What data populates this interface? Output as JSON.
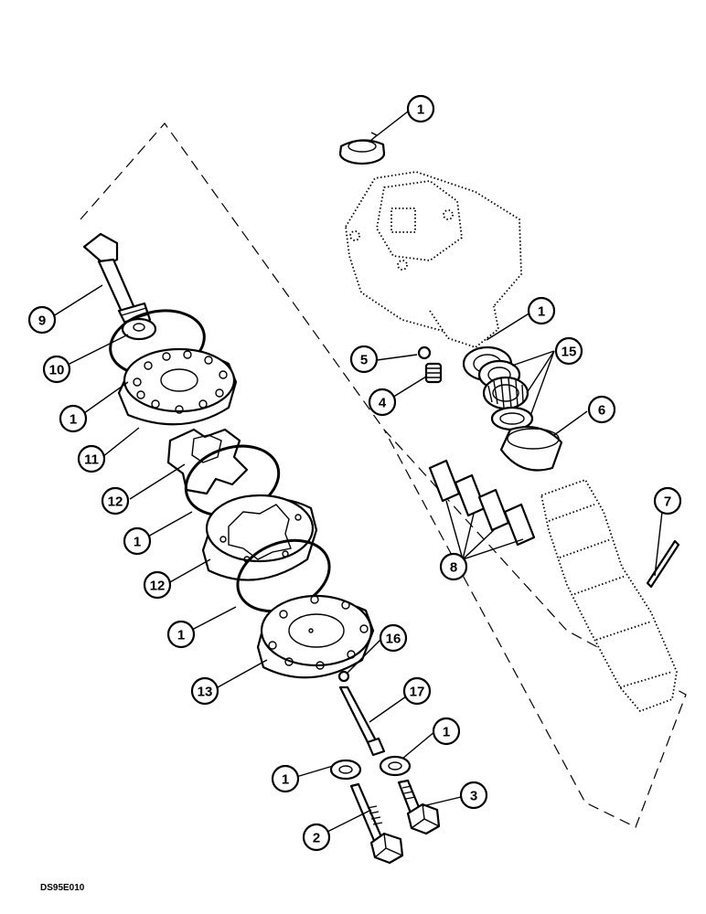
{
  "drawing_code": "DS95E010",
  "callouts": [
    {
      "label": "1"
    },
    {
      "label": "1"
    },
    {
      "label": "5"
    },
    {
      "label": "15"
    },
    {
      "label": "4"
    },
    {
      "label": "6"
    },
    {
      "label": "9"
    },
    {
      "label": "10"
    },
    {
      "label": "1"
    },
    {
      "label": "11"
    },
    {
      "label": "12"
    },
    {
      "label": "1"
    },
    {
      "label": "12"
    },
    {
      "label": "1"
    },
    {
      "label": "13"
    },
    {
      "label": "16"
    },
    {
      "label": "17"
    },
    {
      "label": "1"
    },
    {
      "label": "1"
    },
    {
      "label": "2"
    },
    {
      "label": "3"
    },
    {
      "label": "7"
    },
    {
      "label": "8"
    }
  ]
}
